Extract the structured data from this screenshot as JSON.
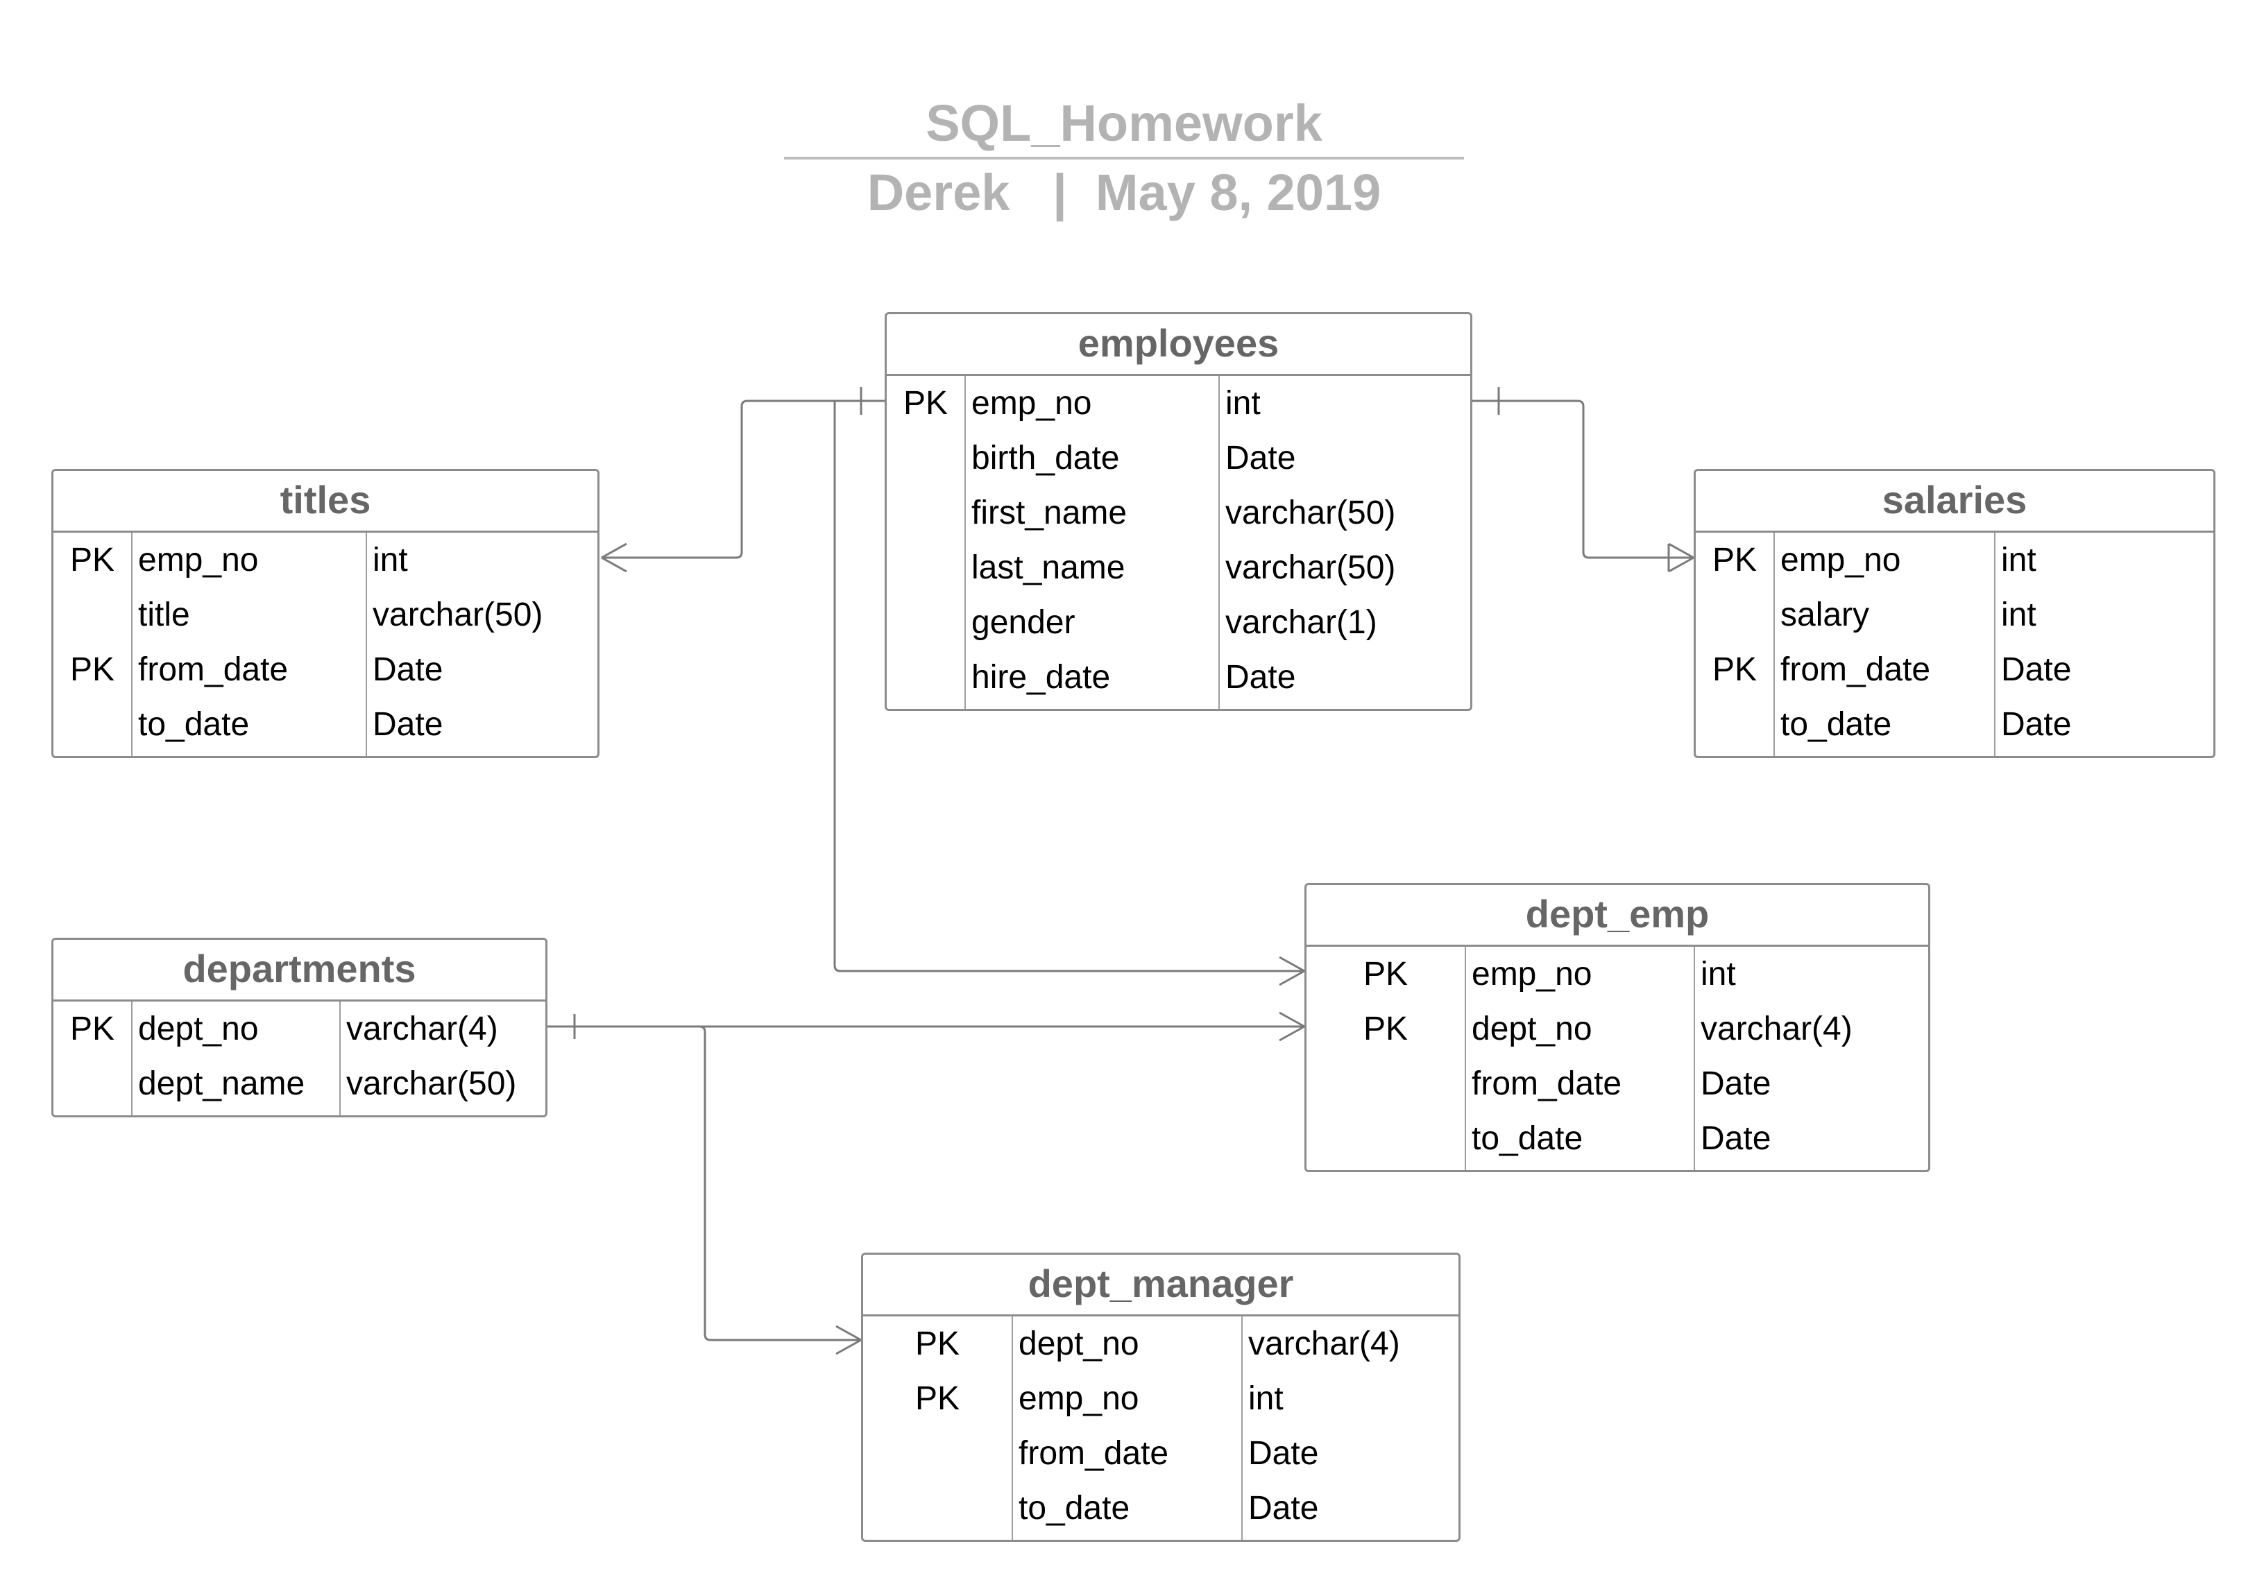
{
  "document": {
    "title": "SQL_Homework",
    "subtitle": "Derek   |  May 8, 2019"
  },
  "entities": {
    "employees": {
      "name": "employees",
      "rows": [
        {
          "key": "PK",
          "field": "emp_no",
          "type": "int"
        },
        {
          "key": "",
          "field": "birth_date",
          "type": "Date"
        },
        {
          "key": "",
          "field": "first_name",
          "type": "varchar(50)"
        },
        {
          "key": "",
          "field": "last_name",
          "type": "varchar(50)"
        },
        {
          "key": "",
          "field": "gender",
          "type": "varchar(1)"
        },
        {
          "key": "",
          "field": "hire_date",
          "type": "Date"
        }
      ]
    },
    "titles": {
      "name": "titles",
      "rows": [
        {
          "key": "PK",
          "field": "emp_no",
          "type": "int"
        },
        {
          "key": "",
          "field": "title",
          "type": "varchar(50)"
        },
        {
          "key": "PK",
          "field": "from_date",
          "type": "Date"
        },
        {
          "key": "",
          "field": "to_date",
          "type": "Date"
        }
      ]
    },
    "salaries": {
      "name": "salaries",
      "rows": [
        {
          "key": "PK",
          "field": "emp_no",
          "type": "int"
        },
        {
          "key": "",
          "field": "salary",
          "type": "int"
        },
        {
          "key": "PK",
          "field": "from_date",
          "type": "Date"
        },
        {
          "key": "",
          "field": "to_date",
          "type": "Date"
        }
      ]
    },
    "departments": {
      "name": "departments",
      "rows": [
        {
          "key": "PK",
          "field": "dept_no",
          "type": "varchar(4)"
        },
        {
          "key": "",
          "field": "dept_name",
          "type": "varchar(50)"
        }
      ]
    },
    "dept_emp": {
      "name": "dept_emp",
      "rows": [
        {
          "key": "PK",
          "field": "emp_no",
          "type": "int"
        },
        {
          "key": "PK",
          "field": "dept_no",
          "type": "varchar(4)"
        },
        {
          "key": "",
          "field": "from_date",
          "type": "Date"
        },
        {
          "key": "",
          "field": "to_date",
          "type": "Date"
        }
      ]
    },
    "dept_manager": {
      "name": "dept_manager",
      "rows": [
        {
          "key": "PK",
          "field": "dept_no",
          "type": "varchar(4)"
        },
        {
          "key": "PK",
          "field": "emp_no",
          "type": "int"
        },
        {
          "key": "",
          "field": "from_date",
          "type": "Date"
        },
        {
          "key": "",
          "field": "to_date",
          "type": "Date"
        }
      ]
    }
  },
  "colors": {
    "title": "#b3b3b3",
    "entity_header": "#666666",
    "border": "#8c8c8c",
    "connector": "#7a7a7a"
  }
}
